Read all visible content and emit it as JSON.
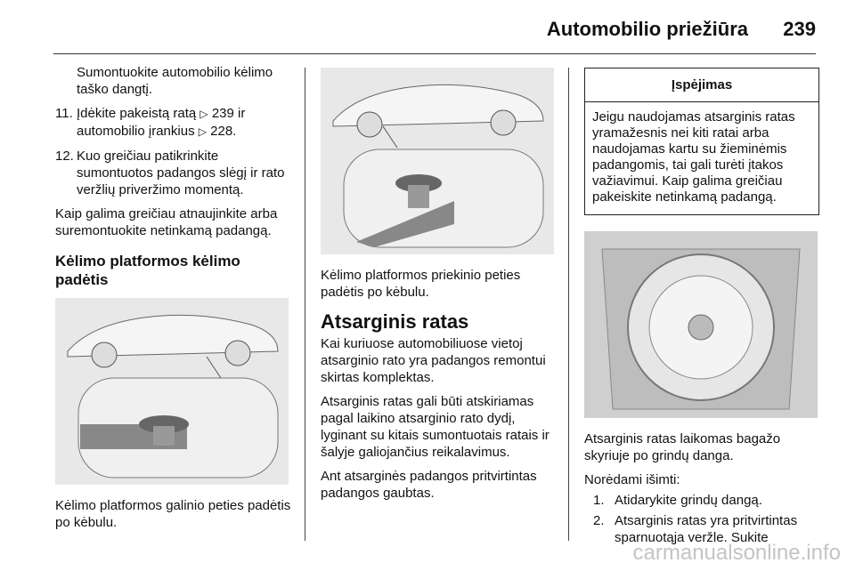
{
  "header": {
    "title": "Automobilio priežiūra",
    "page_number": "239"
  },
  "col1": {
    "continuation": "Sumontuokite automobilio kėlimo taško dangtį.",
    "step11_num": "11.",
    "step11_a": "Įdėkite pakeistą ratą",
    "step11_ref": "239",
    "step11_b": "ir automobilio įrankius",
    "step11_ref2": "228.",
    "step12_num": "12.",
    "step12_text": "Kuo greičiau patikrinkite sumontuotos padangos slėgį ir rato veržlių priveržimo momentą.",
    "para": "Kaip galima greičiau atnaujinkite arba suremontuokite netinkamą padangą.",
    "heading": "Kėlimo platformos kėlimo padėtis",
    "caption": "Kėlimo platformos galinio peties padėtis po kėbulu."
  },
  "col2": {
    "caption": "Kėlimo platformos priekinio peties padėtis po kėbulu.",
    "heading": "Atsarginis ratas",
    "p1": "Kai kuriuose automobiliuose vietoj atsarginio rato yra padangos remontui skirtas komplektas.",
    "p2": "Atsarginis ratas gali būti atskiriamas pagal laikino atsarginio rato dydį, lyginant su kitais sumontuotais ratais ir šalyje galiojančius reikalavimus.",
    "p3": "Ant atsarginės padangos pritvirtintas padangos gaubtas."
  },
  "col3": {
    "warning_title": "Įspėjimas",
    "warning_text": "Jeigu naudojamas atsarginis ratas yramažesnis nei kiti ratai arba naudojamas kartu su žieminėmis padangomis, tai gali turėti įtakos važiavimui. Kaip galima greičiau pakeiskite netinkamą padangą.",
    "p1": "Atsarginis ratas laikomas bagažo skyriuje po grindų danga.",
    "p2": "Norėdami išimti:",
    "step1_num": "1.",
    "step1_text": "Atidarykite grindų dangą.",
    "step2_num": "2.",
    "step2_text": "Atsarginis ratas yra pritvirtintas sparnuotąja veržle. Sukite"
  },
  "watermark": "carmanualsonline.info",
  "icons": {
    "ref": "reference-arrow-icon"
  }
}
